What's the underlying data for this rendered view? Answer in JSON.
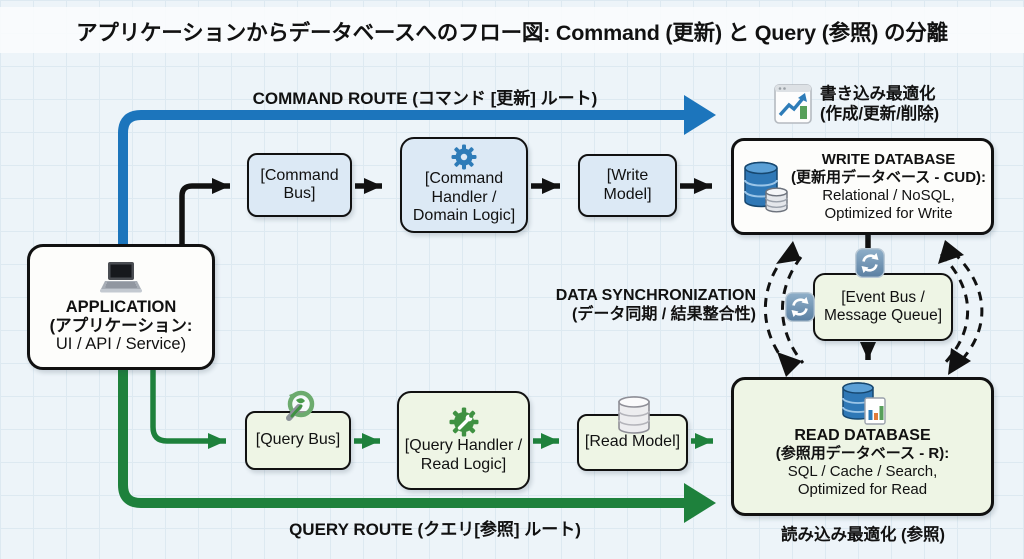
{
  "title": "アプリケーションからデータベースへのフロー図: Command (更新) と Query (参照) の分離",
  "command_route": {
    "label": "COMMAND ROUTE (コマンド [更新] ルート)",
    "color": "#1c75bc"
  },
  "query_route": {
    "label": "QUERY ROUTE (クエリ[参照] ルート)",
    "color": "#1e813c"
  },
  "nodes": {
    "application": {
      "title": "APPLICATION",
      "subtitle": "(アプリケーション:",
      "detail": "UI / API / Service)",
      "icon": "laptop-icon"
    },
    "command_bus": {
      "label": "[Command Bus]"
    },
    "command_handler": {
      "label": "[Command Handler / Domain Logic]",
      "icon": "gear-icon"
    },
    "write_model": {
      "label": "[Write Model]"
    },
    "write_db": {
      "title": "WRITE DATABASE",
      "subtitle": "(更新用データベース - CUD):",
      "line3": "Relational / NoSQL,",
      "line4": "Optimized for Write",
      "icon": "database-stack-icon"
    },
    "event_bus": {
      "label": "[Event Bus / Message Queue]",
      "icon": "sync-icon"
    },
    "query_bus": {
      "label": "[Query Bus]",
      "icon": "search-refresh-icon"
    },
    "query_handler": {
      "label": "[Query Handler / Read Logic]",
      "icon": "gear-wrench-icon"
    },
    "read_model": {
      "label": "[Read Model]",
      "icon": "database-gray-icon"
    },
    "read_db": {
      "title": "READ DATABASE",
      "subtitle": "(参照用データベース - R):",
      "line3": "SQL / Cache / Search,",
      "line4": "Optimized for Read",
      "icon": "database-chart-icon"
    }
  },
  "annotations": {
    "write_optimization": {
      "line1": "書き込み最適化",
      "line2": "(作成/更新/削除)",
      "icon": "chart-increasing-icon"
    },
    "data_sync": {
      "line1": "DATA SYNCHRONIZATION",
      "line2": "(データ同期 / 結果整合性)"
    },
    "read_optimization": "読み込み最適化 (参照)"
  },
  "colors": {
    "command_blue": "#1c75bc",
    "query_green": "#1e813c",
    "connector_black": "#111111",
    "box_blue_fill": "#dce9f5",
    "box_green_fill": "#eef5e5",
    "canvas_bg": "#edf4f9"
  }
}
